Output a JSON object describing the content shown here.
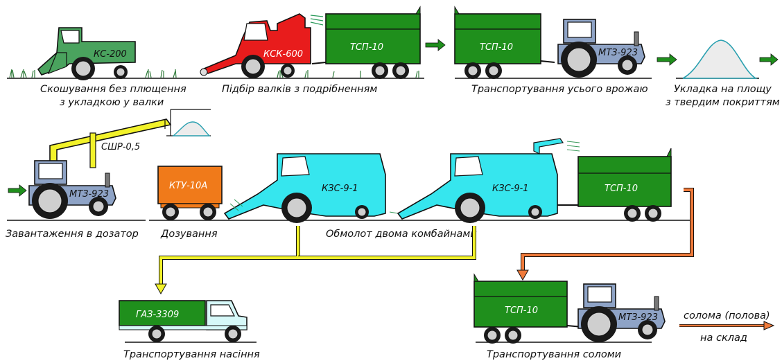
{
  "captions": {
    "mowing_1": "Скошування без плющення",
    "mowing_2": "з укладкою у валки",
    "pickup": "Підбір валків з подрібненням",
    "transport_harvest": "Транспортування усього врожаю",
    "stacking_1": "Укладка на площу",
    "stacking_2": "з твердим покриттям",
    "loading": "Завантаження в дозатор",
    "dosing": "Дозування",
    "threshing": "Обмолот двома комбайнами",
    "seed_transport": "Транспортування насіння",
    "straw_transport": "Транспортування соломи",
    "straw_1": "солома (полова)",
    "straw_2": "на склад"
  },
  "machines": {
    "mower": "КС-200",
    "forage": "КСК-600",
    "trailer": "ТСП-10",
    "tractor": "МТЗ-923",
    "loader": "СШР-0,5",
    "doser": "КТУ-10А",
    "combine": "КЗС-9-1",
    "truck": "ГАЗ-3309"
  },
  "colors": {
    "mower_green": "#4aa35e",
    "forage_red": "#e81c1c",
    "trailer_green": "#1f8f1c",
    "tractor_blue": "#8ea3c6",
    "loader_yellow": "#f2f22a",
    "doser_orange": "#f07a1a",
    "combine_cyan": "#36e6ee",
    "truck_cab": "#d6f8f8",
    "flow_yellow": "#f2f22a",
    "flow_orange": "#f07a3a",
    "arrow_green": "#1f8f1c"
  }
}
